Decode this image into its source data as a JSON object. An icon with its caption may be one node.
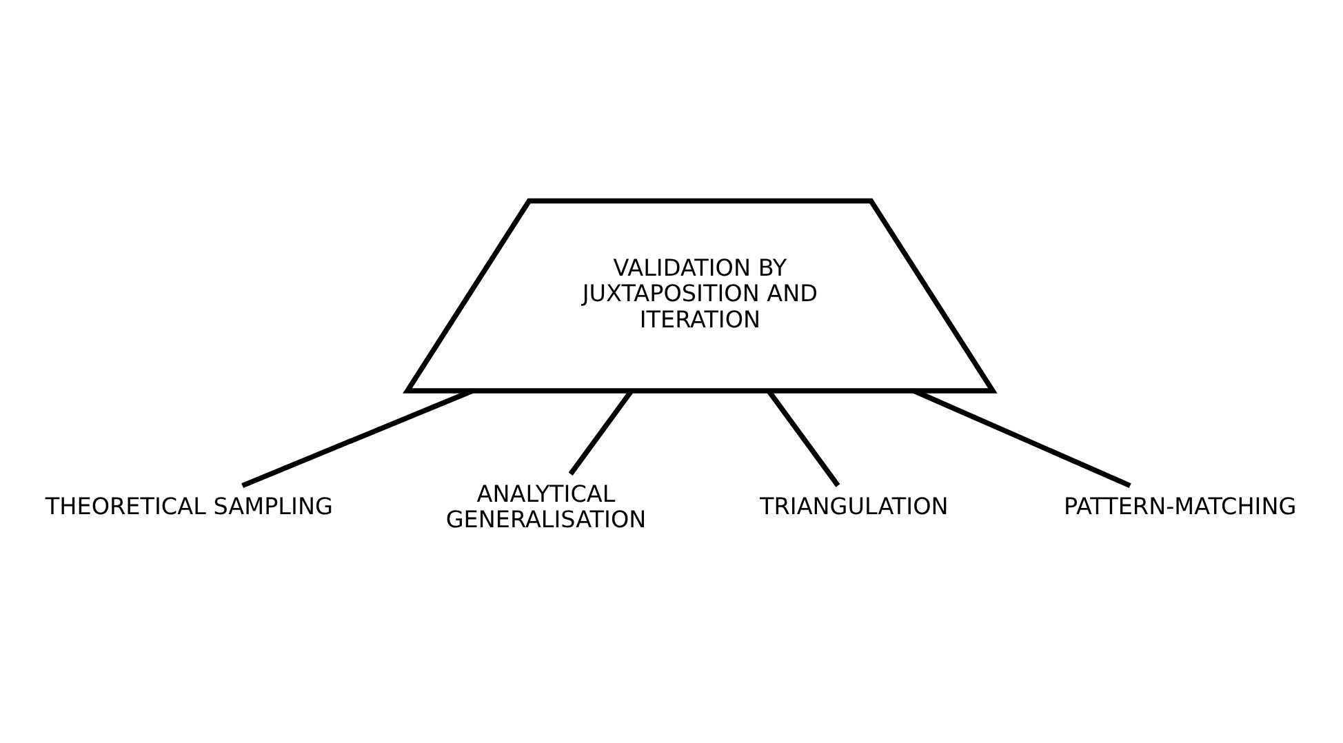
{
  "diagram": {
    "nodes": [
      {
        "text": [
          "VALIDATION BY JUXTAPOSITION AND ITERATION"
        ]
      },
      {
        "text": [
          "ANALYTICAL GENERALISATION"
        ]
      },
      {
        "text": [
          "TRIANGULATION"
        ]
      },
      {
        "text": [
          "THEORETICAL SAMPLING"
        ]
      },
      {
        "text": [
          "PATTERN-MATCHING"
        ]
      }
    ],
    "edges": [
      {
        "from": 0,
        "to": 3,
        "arrow": "none"
      },
      {
        "from": 0,
        "to": 1,
        "arrow": "none"
      },
      {
        "from": 0,
        "to": 2,
        "arrow": "none"
      },
      {
        "from": 0,
        "to": 4,
        "arrow": "none"
      }
    ]
  }
}
